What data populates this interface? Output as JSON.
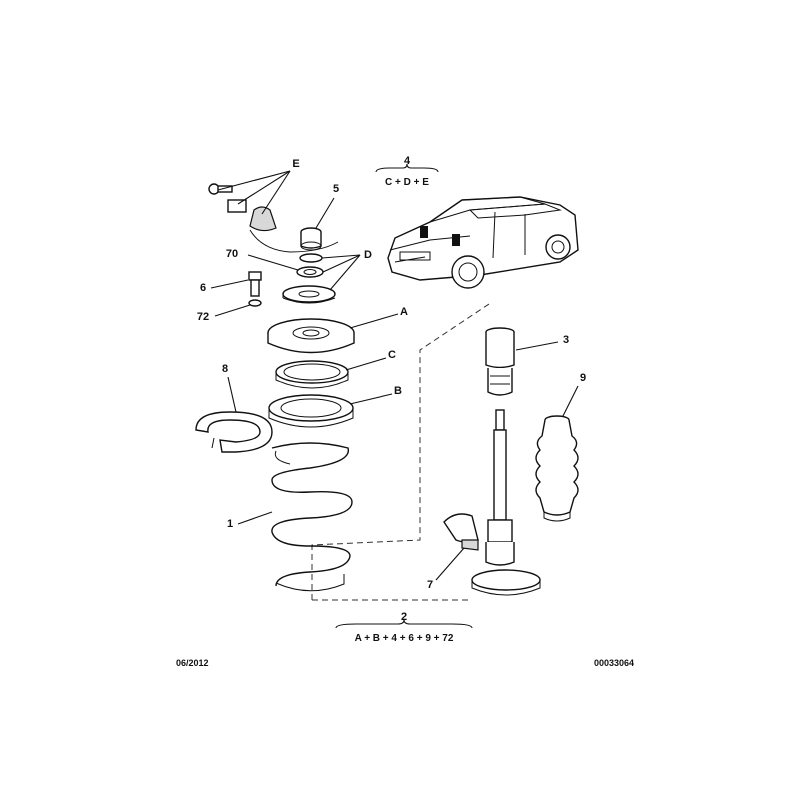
{
  "diagram": {
    "labels": {
      "E": "E",
      "D": "D",
      "A": "A",
      "B": "B",
      "C": "C",
      "n5": "5",
      "n70": "70",
      "n6": "6",
      "n72": "72",
      "n8": "8",
      "n1": "1",
      "n3": "3",
      "n9": "9",
      "n7": "7"
    },
    "kit_4": {
      "number": "4",
      "formula": "C + D + E"
    },
    "kit_2": {
      "number": "2",
      "formula": "A + B + 4 + 6 + 9 + 72"
    },
    "footer": {
      "date": "06/2012",
      "reference": "00033064"
    }
  }
}
